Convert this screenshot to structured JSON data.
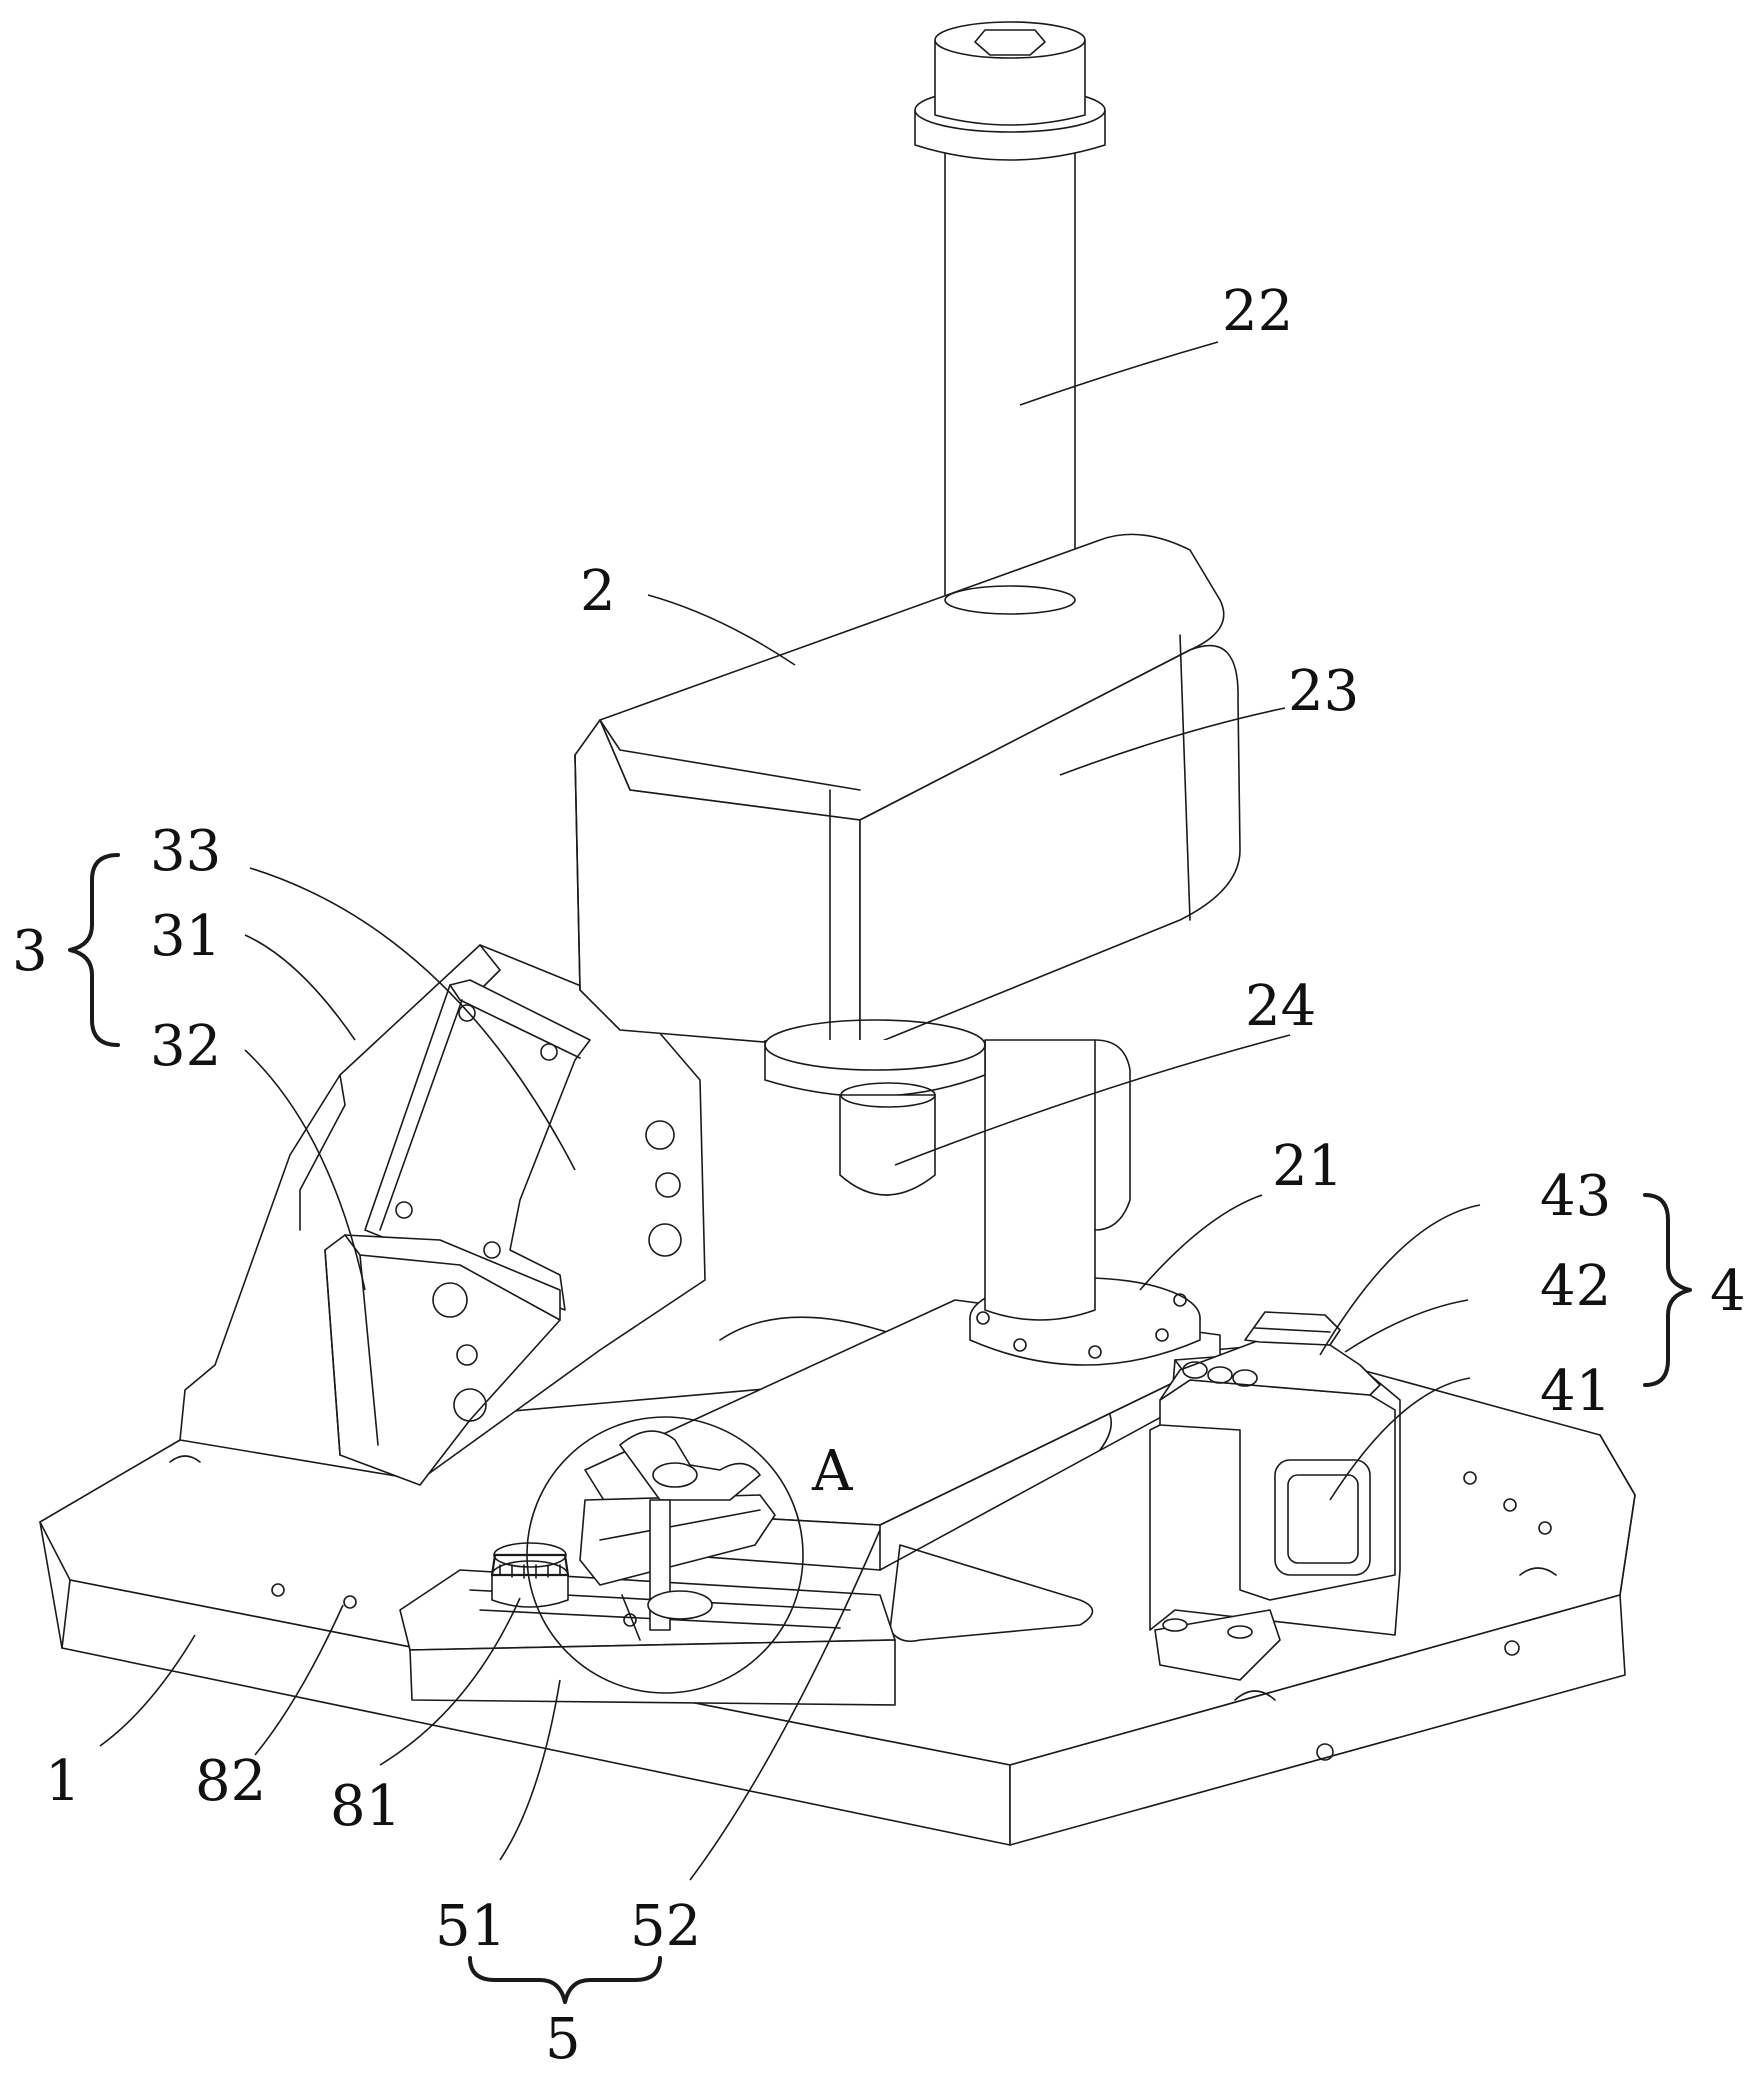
{
  "labels": {
    "l1": "1",
    "l2": "2",
    "l3": "3",
    "l4": "4",
    "l5": "5",
    "l21": "21",
    "l22": "22",
    "l23": "23",
    "l24": "24",
    "l31": "31",
    "l32": "32",
    "l33": "33",
    "l41": "41",
    "l42": "42",
    "l43": "43",
    "l51": "51",
    "l52": "52",
    "l81": "81",
    "l82": "82",
    "lA": "A"
  },
  "colors": {
    "line": "#1a1a1a",
    "background": "#ffffff"
  }
}
